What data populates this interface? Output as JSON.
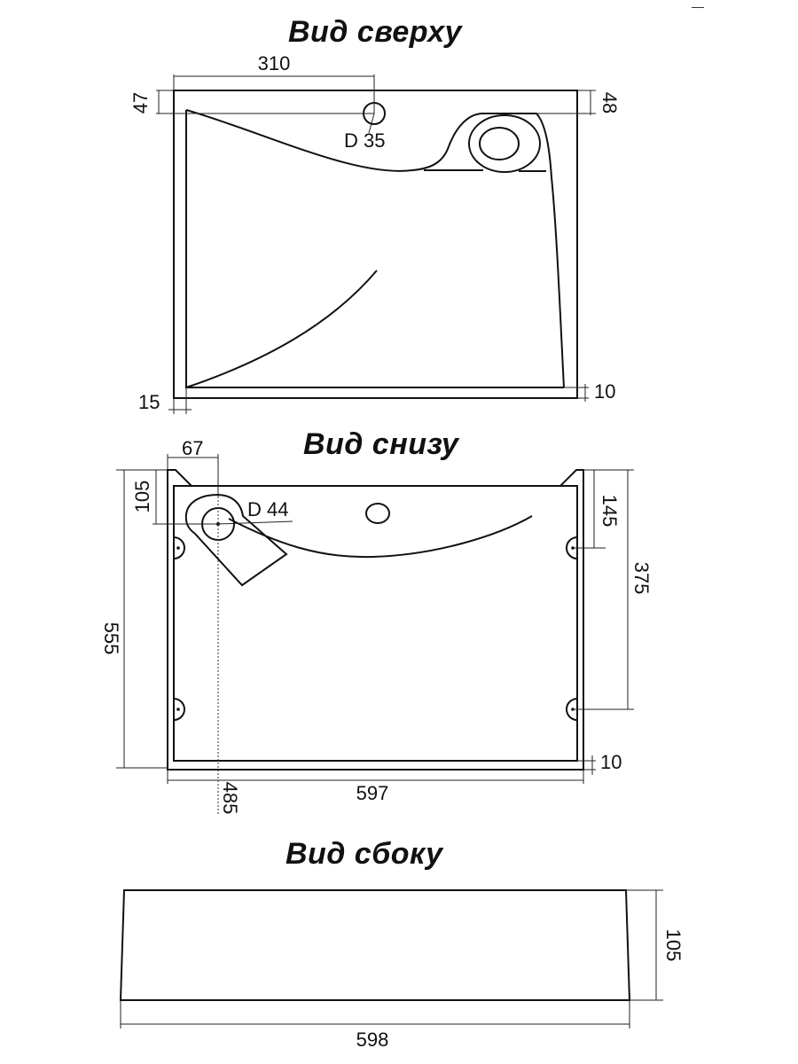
{
  "views": {
    "top": {
      "title": "Вид сверху",
      "dims": {
        "width_to_hole": "310",
        "left_top": "47",
        "right_top": "48",
        "hole": "D 35",
        "left_bottom": "15",
        "right_bottom": "10"
      }
    },
    "bottom": {
      "title": "Вид снизу",
      "dims": {
        "drain_offset_x": "67",
        "drain_offset_y": "105",
        "drain": "D 44",
        "right_upper": "145",
        "right_span": "375",
        "left_span": "555",
        "right_bottom": "10",
        "width": "597",
        "drain_from_bottom": "485"
      }
    },
    "side": {
      "title": "Вид сбоку",
      "dims": {
        "height": "105",
        "width": "598"
      }
    }
  }
}
